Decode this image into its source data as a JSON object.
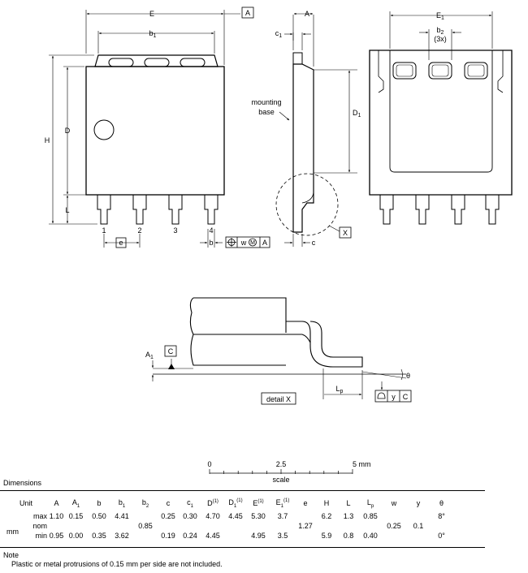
{
  "drawing": {
    "top_view": {
      "E": "E",
      "b1": "b",
      "b1_sub": "1",
      "A_box": "A",
      "H": "H",
      "D": "D",
      "L": "L",
      "pins": [
        "1",
        "2",
        "3",
        "4"
      ],
      "e": "e",
      "b": "b",
      "tol": {
        "w": "w",
        "m": "M",
        "A": "A"
      }
    },
    "side_view": {
      "A": "A",
      "c1": "c",
      "c1_sub": "1",
      "mounting_base": [
        "mounting",
        "base"
      ],
      "D1": "D",
      "D1_sub": "1",
      "c": "c",
      "X": "X"
    },
    "back_view": {
      "E1": "E",
      "E1_sub": "1",
      "b2": "b",
      "b2_sub": "2",
      "b2_count": "(3x)"
    },
    "detail": {
      "A1": "A",
      "A1_sub": "1",
      "C_box": "C",
      "theta": "θ",
      "Lp": "L",
      "Lp_sub": "p",
      "detail_label": "detail X",
      "ref": {
        "y": "y",
        "C": "C"
      }
    },
    "scale": {
      "ticks": [
        "0",
        "2.5",
        "5 mm"
      ],
      "label": "scale"
    }
  },
  "dimensions": {
    "title": "Dimensions",
    "headers": [
      {
        "main": "Unit"
      },
      {
        "main": "A"
      },
      {
        "main": "A",
        "sub": "1"
      },
      {
        "main": "b"
      },
      {
        "main": "b",
        "sub": "1"
      },
      {
        "main": "b",
        "sub": "2"
      },
      {
        "main": "c"
      },
      {
        "main": "c",
        "sub": "1"
      },
      {
        "main": "D",
        "sup": "(1)"
      },
      {
        "main": "D",
        "sub": "1",
        "sup": "(1)"
      },
      {
        "main": "E",
        "sup": "(1)"
      },
      {
        "main": "E",
        "sub": "1",
        "sup": "(1)"
      },
      {
        "main": "e"
      },
      {
        "main": "H"
      },
      {
        "main": "L"
      },
      {
        "main": "L",
        "sub": "p"
      },
      {
        "main": "w"
      },
      {
        "main": "y"
      },
      {
        "main": "θ"
      }
    ],
    "rows": [
      [
        "max",
        "1.10",
        "0.15",
        "0.50",
        "4.41",
        "",
        "0.25",
        "0.30",
        "4.70",
        "4.45",
        "5.30",
        "3.7",
        "",
        "6.2",
        "1.3",
        "0.85",
        "",
        "",
        "8°"
      ],
      [
        "nom",
        "",
        "",
        "",
        "",
        "0.85",
        "",
        "",
        "",
        "",
        "",
        "",
        "1.27",
        "",
        "",
        "",
        "0.25",
        "0.1",
        ""
      ],
      [
        "min",
        "0.95",
        "0.00",
        "0.35",
        "3.62",
        "",
        "0.19",
        "0.24",
        "4.45",
        "",
        "4.95",
        "3.5",
        "",
        "5.9",
        "0.8",
        "0.40",
        "",
        "",
        "0°"
      ]
    ],
    "unit": "mm"
  },
  "note": {
    "title": "Note",
    "text": "Plastic or metal protrusions of 0.15 mm per side are not included."
  }
}
